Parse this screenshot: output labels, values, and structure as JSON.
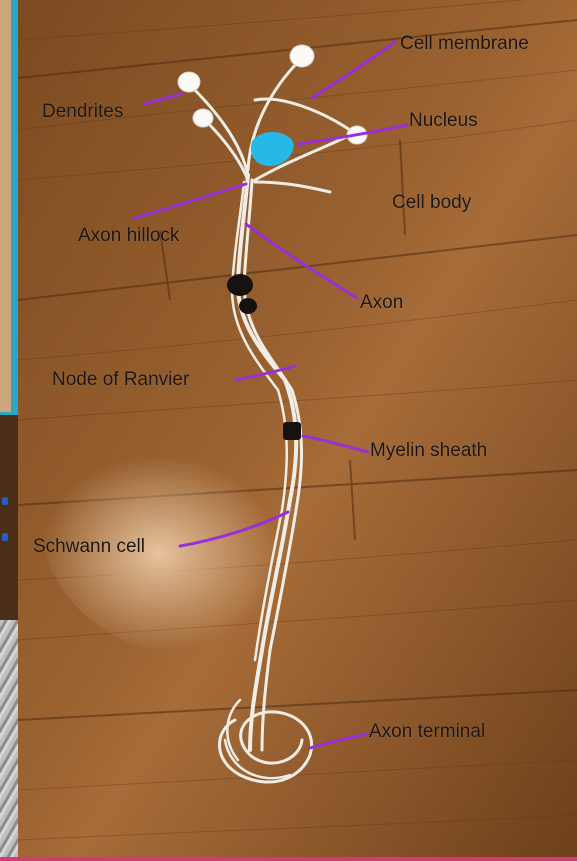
{
  "labels": {
    "cell_membrane": "Cell membrane",
    "dendrites": "Dendrites",
    "nucleus": "Nucleus",
    "cell_body": "Cell body",
    "axon_hillock": "Axon hillock",
    "axon": "Axon",
    "node_of_ranvier": "Node of Ranvier",
    "myelin_sheath": "Myelin sheath",
    "schwann_cell": "Schwann cell",
    "axon_terminal": "Axon terminal"
  },
  "colors": {
    "pointer_line": "#9a2fd6",
    "nucleus_marker": "#26b8e6",
    "wood": "#8a5426",
    "cable": "#ece8df"
  }
}
